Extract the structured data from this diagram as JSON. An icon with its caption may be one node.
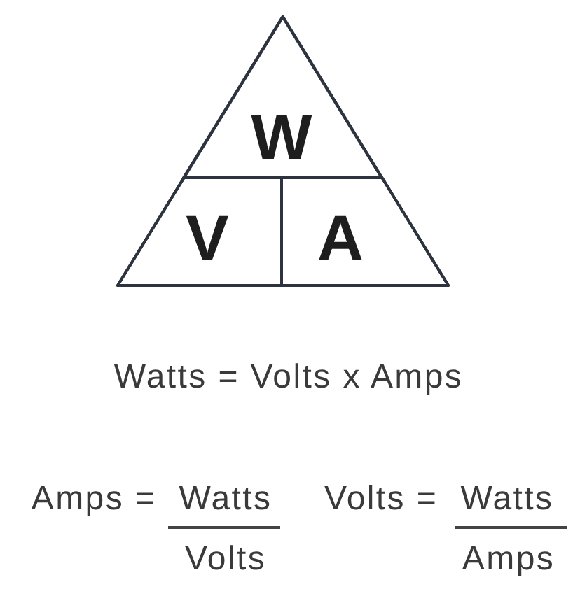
{
  "diagram": {
    "nodes": [
      {
        "text": [],
        "shape": "triangle"
      },
      {
        "text": [
          "W"
        ],
        "in": 0
      },
      {
        "text": [
          "V"
        ],
        "in": 0
      },
      {
        "text": [
          "A"
        ],
        "in": 0
      }
    ],
    "labels": [
      "Watts = Volts x Amps",
      "Amps =",
      "Watts",
      "Volts =",
      "Watts",
      "Volts",
      "Amps"
    ]
  }
}
